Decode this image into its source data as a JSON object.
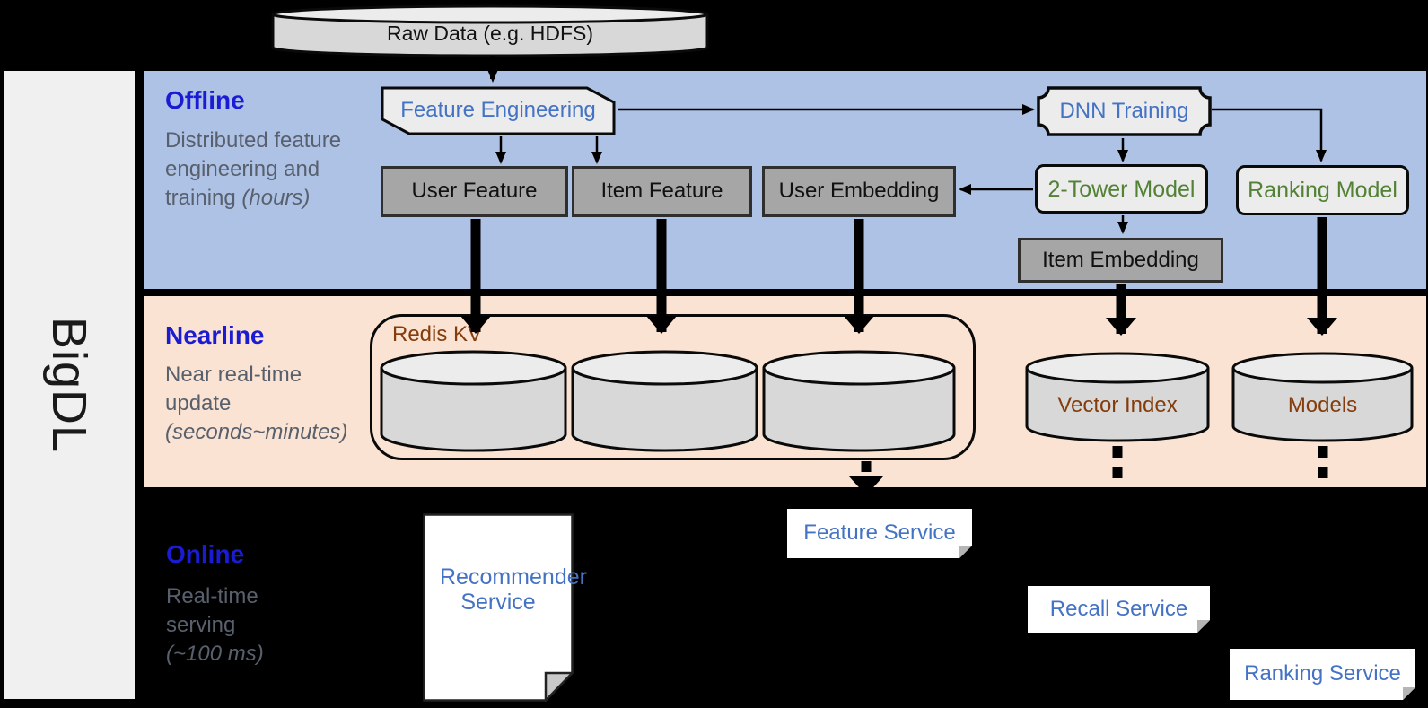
{
  "sidebar": {
    "label": "BigDL"
  },
  "source": {
    "label": "Raw Data (e.g. HDFS)"
  },
  "offline": {
    "title": "Offline",
    "desc": "Distributed feature engineering and training",
    "desc_italic": "(hours)",
    "nodes": {
      "feature_engineering": "Feature Engineering",
      "dnn_training": "DNN Training",
      "user_feature": "User Feature",
      "item_feature": "Item Feature",
      "user_embedding": "User Embedding",
      "two_tower_model": "2-Tower Model",
      "ranking_model": "Ranking Model",
      "item_embedding": "Item Embedding"
    }
  },
  "nearline": {
    "title": "Nearline",
    "desc": "Near real-time update",
    "desc_italic": "(seconds~minutes)",
    "redis_label": "Redis KV",
    "vector_index_label": "Vector Index",
    "models_label": "Models"
  },
  "online": {
    "title": "Online",
    "desc": "Real-time serving",
    "desc_italic": "(~100 ms)",
    "services": {
      "recommender": "Recommender Service",
      "feature": "Feature Service",
      "recall": "Recall Service",
      "ranking": "Ranking Service"
    }
  },
  "colors": {
    "background": "#000000",
    "offline_band": "#aec2e6",
    "nearline_band": "#fae3d2",
    "sidebar_bar": "#f0f0f0",
    "heading_blue": "#1b1bd4",
    "description_gray": "#59606d",
    "node_text_blue": "#4472c4",
    "model_text_green": "#538135",
    "storage_text_brown": "#843c0c",
    "dark_box_fill": "#a6a6a6",
    "light_shape_fill": "#ececec",
    "cylinder_fill": "#d8d8d8"
  }
}
